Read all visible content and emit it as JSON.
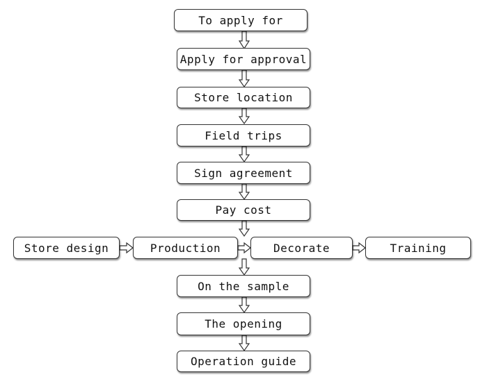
{
  "flow": {
    "main": [
      "To apply for",
      "Apply for approval",
      "Store location",
      "Field trips",
      "Sign agreement",
      "Pay cost"
    ],
    "row": [
      "Store design",
      "Production",
      "Decorate",
      "Training"
    ],
    "after": [
      "On the sample",
      "The opening",
      "Operation guide"
    ]
  }
}
